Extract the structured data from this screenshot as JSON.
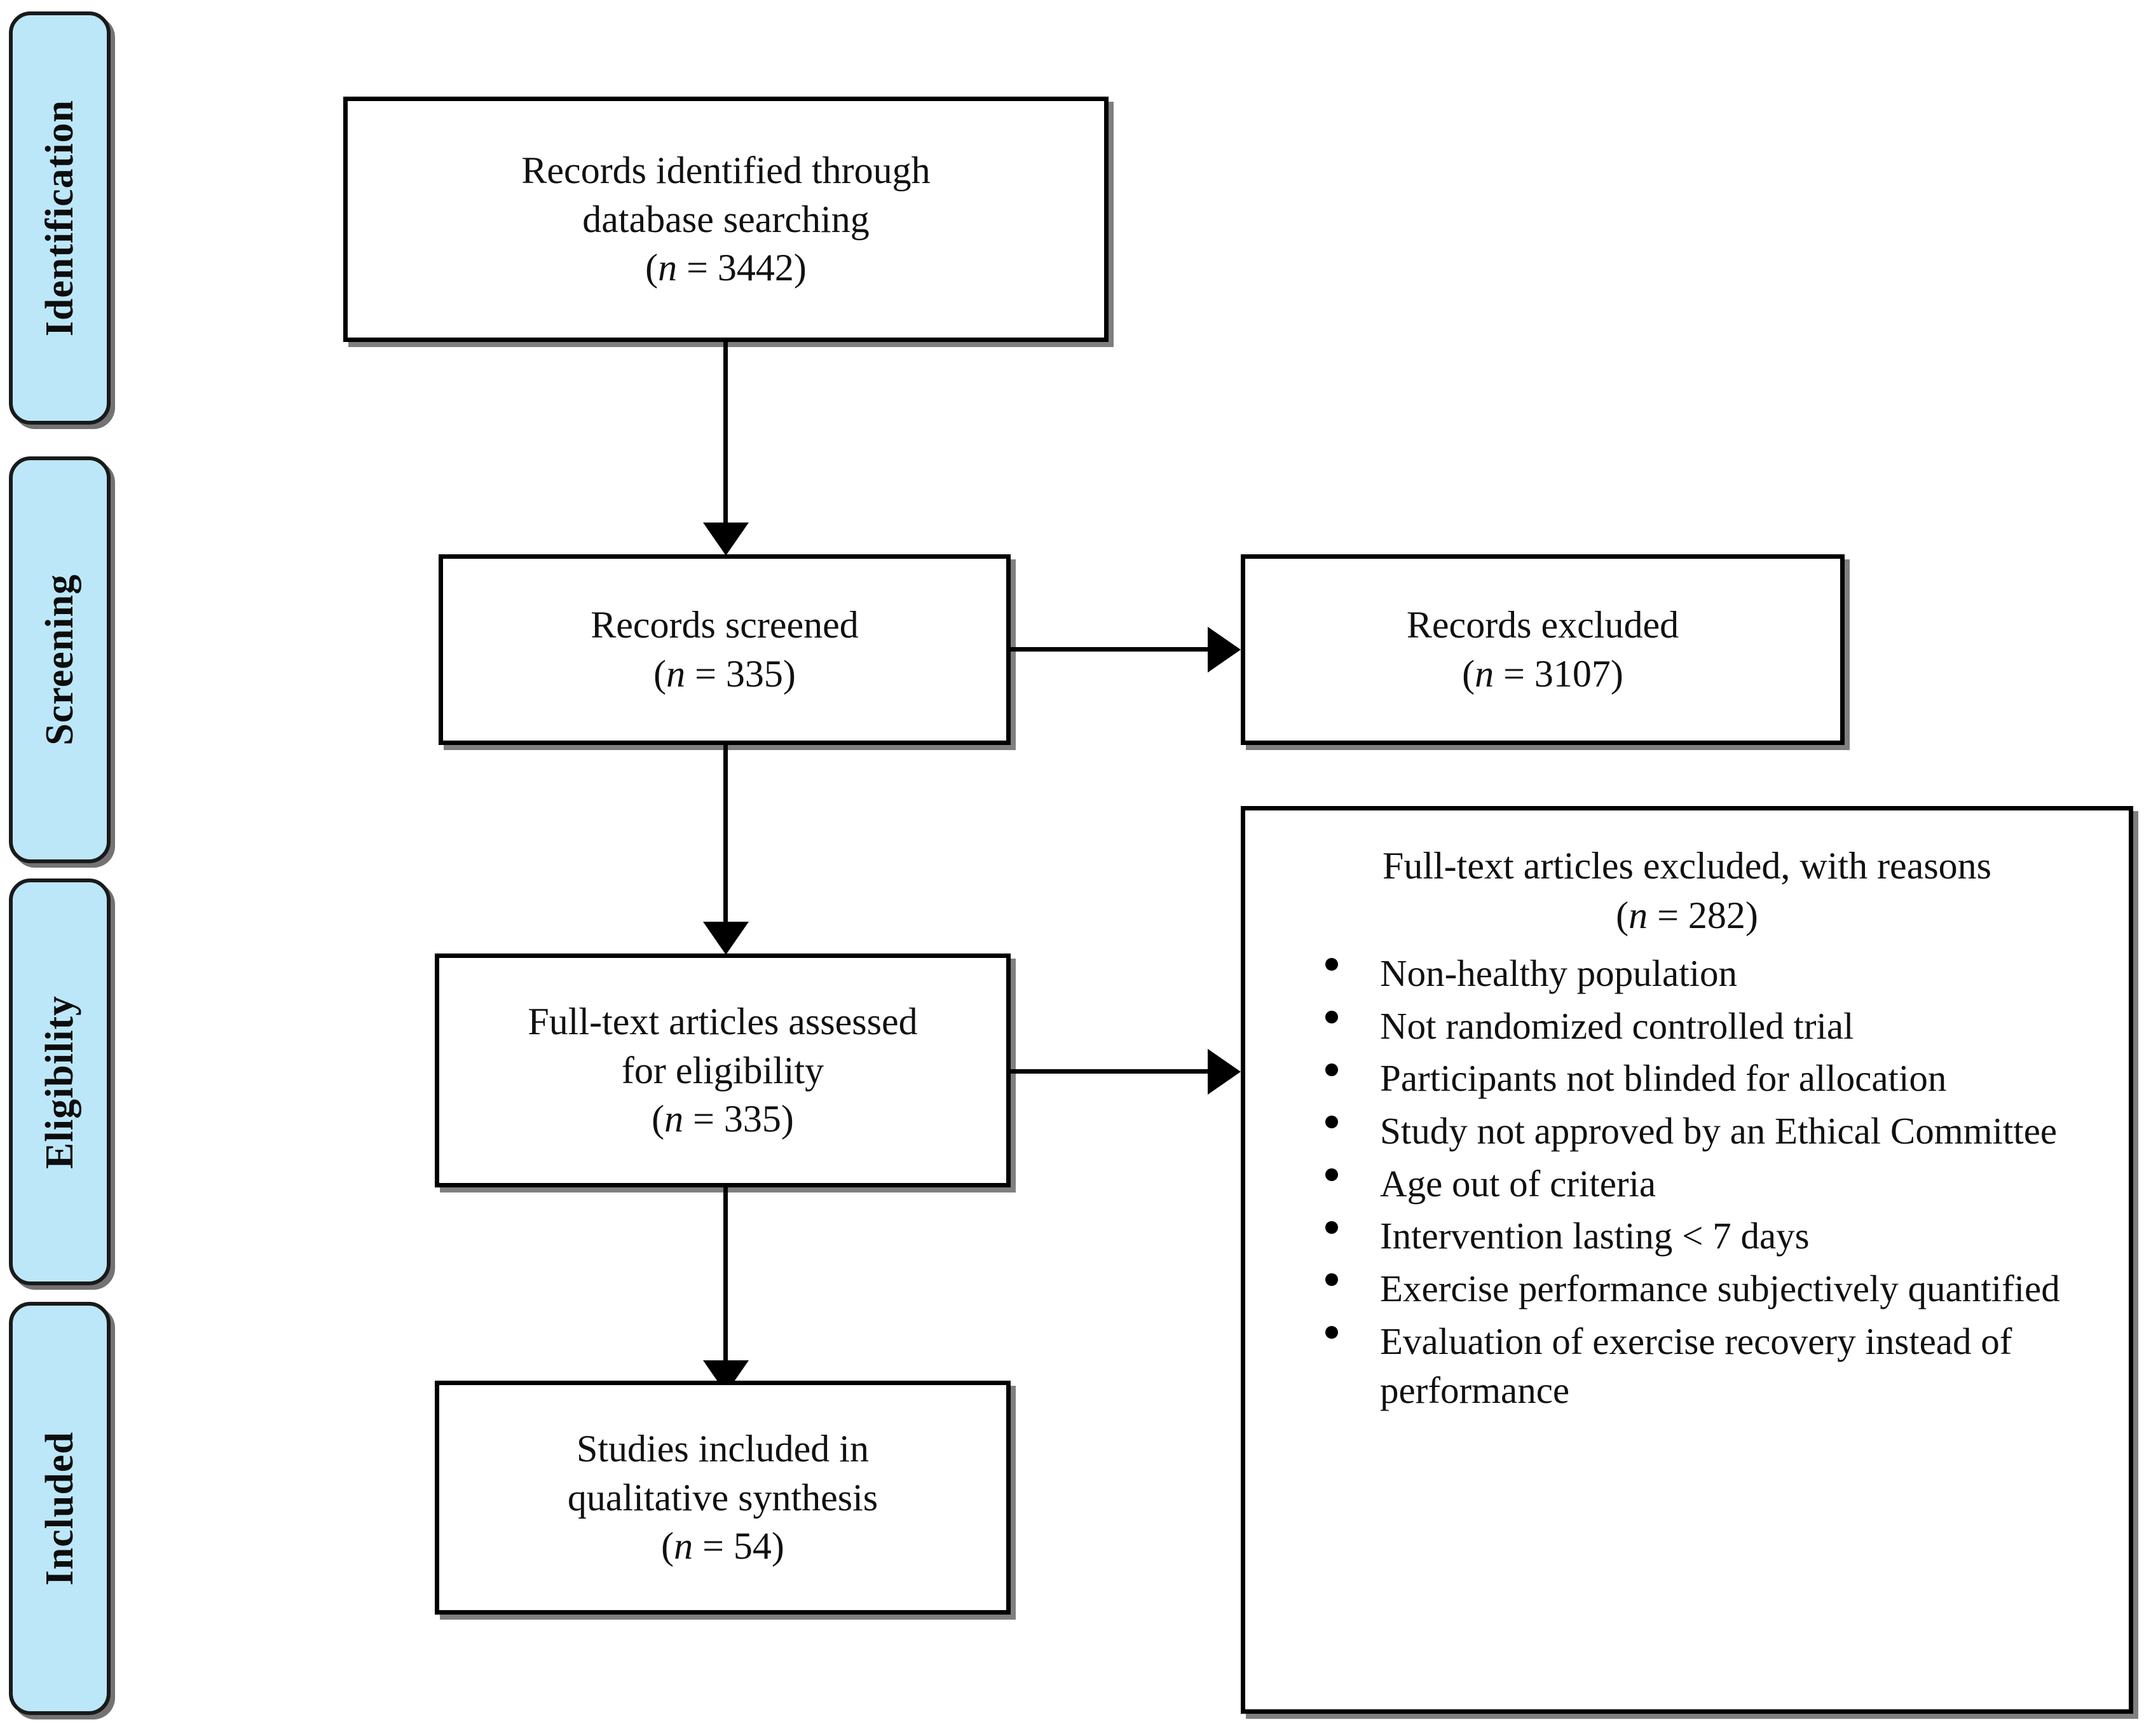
{
  "figure": {
    "type": "prisma-flow-diagram",
    "accent_color": "#bce7f8",
    "line_color": "#000000"
  },
  "stages": [
    {
      "label": "Identification"
    },
    {
      "label": "Screening"
    },
    {
      "label": "Eligibility"
    },
    {
      "label": "Included"
    }
  ],
  "boxes": {
    "identified": {
      "line1": "Records identified through",
      "line2": "database searching",
      "n_prefix": "(",
      "n_symbol": "n",
      "n_eq": " = ",
      "n_value": "3442",
      "n_suffix": ")"
    },
    "screened": {
      "line1": "Records screened",
      "n_prefix": "(",
      "n_symbol": "n",
      "n_eq": " = ",
      "n_value": "335",
      "n_suffix": ")"
    },
    "records_excluded": {
      "line1": "Records excluded",
      "n_prefix": "(",
      "n_symbol": "n",
      "n_eq": " = ",
      "n_value": "3107",
      "n_suffix": ")"
    },
    "fulltext_assessed": {
      "line1": "Full-text articles assessed",
      "line2": "for eligibility",
      "n_prefix": "(",
      "n_symbol": "n",
      "n_eq": " = ",
      "n_value": "335",
      "n_suffix": ")"
    },
    "included": {
      "line1": "Studies included in",
      "line2": "qualitative synthesis",
      "n_prefix": "(",
      "n_symbol": "n",
      "n_eq": " = ",
      "n_value": "54",
      "n_suffix": ")"
    },
    "fulltext_excluded": {
      "heading": "Full-text articles excluded, with reasons",
      "n_prefix": "(",
      "n_symbol": "n",
      "n_eq": " = ",
      "n_value": "282",
      "n_suffix": ")",
      "reasons": [
        "Non-healthy population",
        "Not randomized controlled trial",
        "Participants not blinded for allocation",
        "Study not approved by an Ethical Committee",
        "Age out of criteria",
        "Intervention lasting < 7 days",
        "Exercise performance subjectively quantified",
        "Evaluation of exercise recovery instead of performance"
      ]
    }
  }
}
